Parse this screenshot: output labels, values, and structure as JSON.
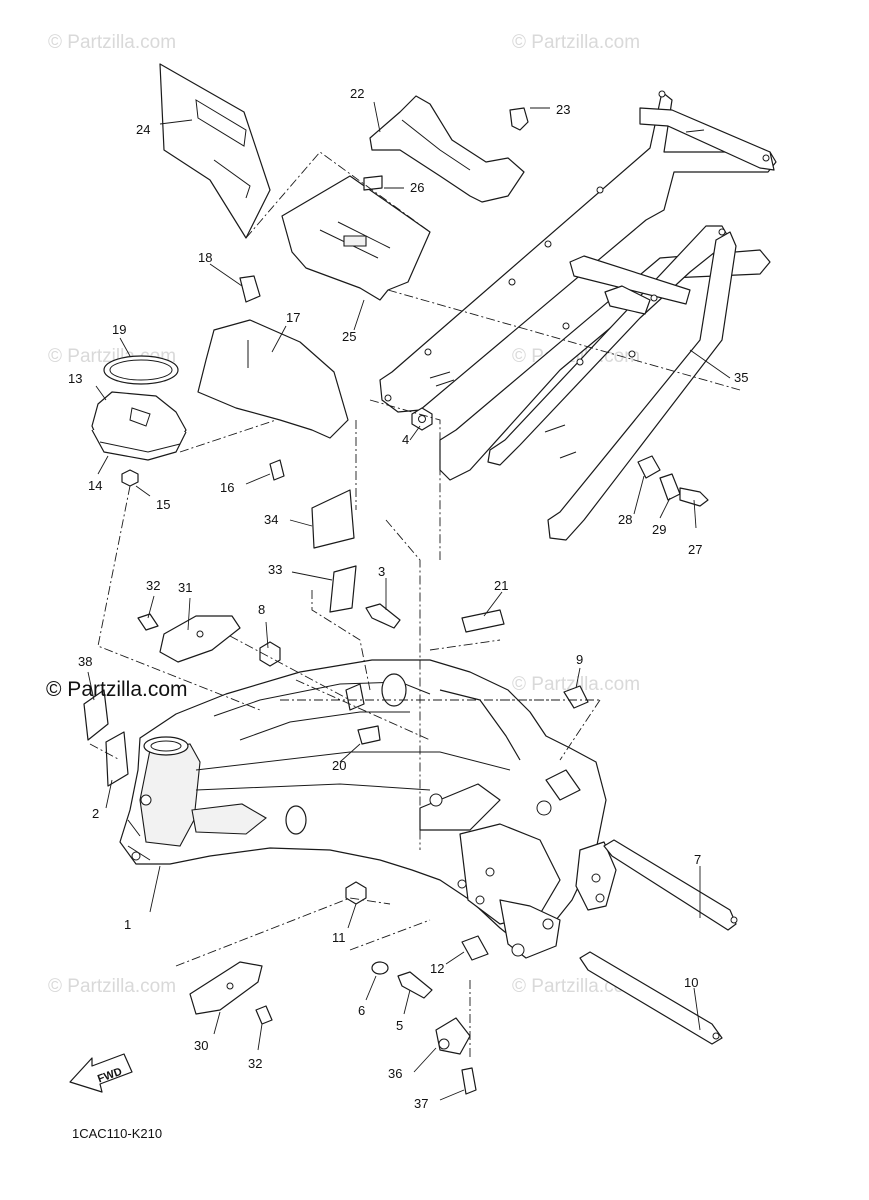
{
  "watermarks": {
    "faint": "© Partzilla.com",
    "strong": "© Partzilla.com"
  },
  "diagram_code": "1CAC110-K210",
  "fwd_label": "FWD",
  "callouts": {
    "c1": "1",
    "c2": "2",
    "c3": "3",
    "c4": "4",
    "c5": "5",
    "c6": "6",
    "c7": "7",
    "c8": "8",
    "c9": "9",
    "c10": "10",
    "c11": "11",
    "c12": "12",
    "c13": "13",
    "c14": "14",
    "c15": "15",
    "c16": "16",
    "c17": "17",
    "c18": "18",
    "c19": "19",
    "c20": "20",
    "c21": "21",
    "c22": "22",
    "c23": "23",
    "c24": "24",
    "c25": "25",
    "c26": "26",
    "c27": "27",
    "c28": "28",
    "c29": "29",
    "c30": "30",
    "c31": "31",
    "c32a": "32",
    "c32b": "32",
    "c33": "33",
    "c34": "34",
    "c35": "35",
    "c36": "36",
    "c37": "37",
    "c38": "38"
  }
}
